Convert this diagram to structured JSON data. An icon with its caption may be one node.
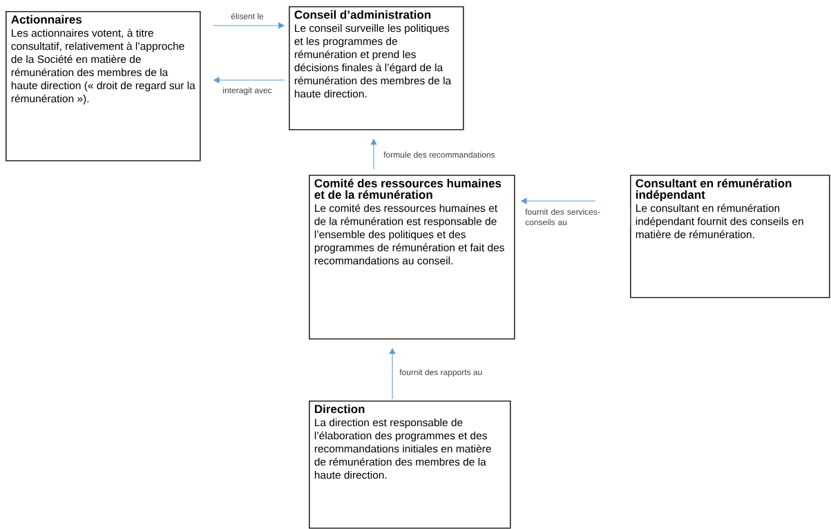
{
  "diagram": {
    "nodes": [
      {
        "text": [
          "Actionnaires",
          "Les actionnaires votent, à titre consultatif, relativement à l’approche de la Société en matière de rémunération des membres de la haute direction (« droit de regard sur la rémunération »)."
        ]
      },
      {
        "text": [
          "Conseil d’administration",
          "Le conseil surveille les politiques et les programmes de rémunération et prend les décisions finales à l’égard de la rémunération des membres de la haute direction."
        ]
      },
      {
        "text": [
          "Comité des ressources humaines et de la rémunération",
          "Le comité des ressources humaines et de la rémunération est responsable de l’ensemble des politiques et des programmes de rémunération et fait des recommandations au conseil."
        ]
      },
      {
        "text": [
          "Consultant en rémunération indépendant",
          "Le consultant en rémunération indépendant fournit des conseils en matière de rémunération."
        ]
      },
      {
        "text": [
          "Direction",
          "La direction est responsable de l’élaboration des programmes et des recommandations initiales en matière de rémunération des membres de la haute direction."
        ]
      }
    ],
    "edges": [
      {
        "from": 0,
        "to": 1,
        "arrow": "to",
        "label": "élisent le"
      },
      {
        "from": 1,
        "to": 0,
        "arrow": "to",
        "label": "interagit avec"
      },
      {
        "from": 2,
        "to": 1,
        "arrow": "to",
        "label": "formule des recommandations"
      },
      {
        "from": 3,
        "to": 2,
        "arrow": "to",
        "label": "fournit des services-conseils au"
      },
      {
        "from": 4,
        "to": 2,
        "arrow": "to",
        "label": "fournit des rapports au"
      }
    ]
  }
}
